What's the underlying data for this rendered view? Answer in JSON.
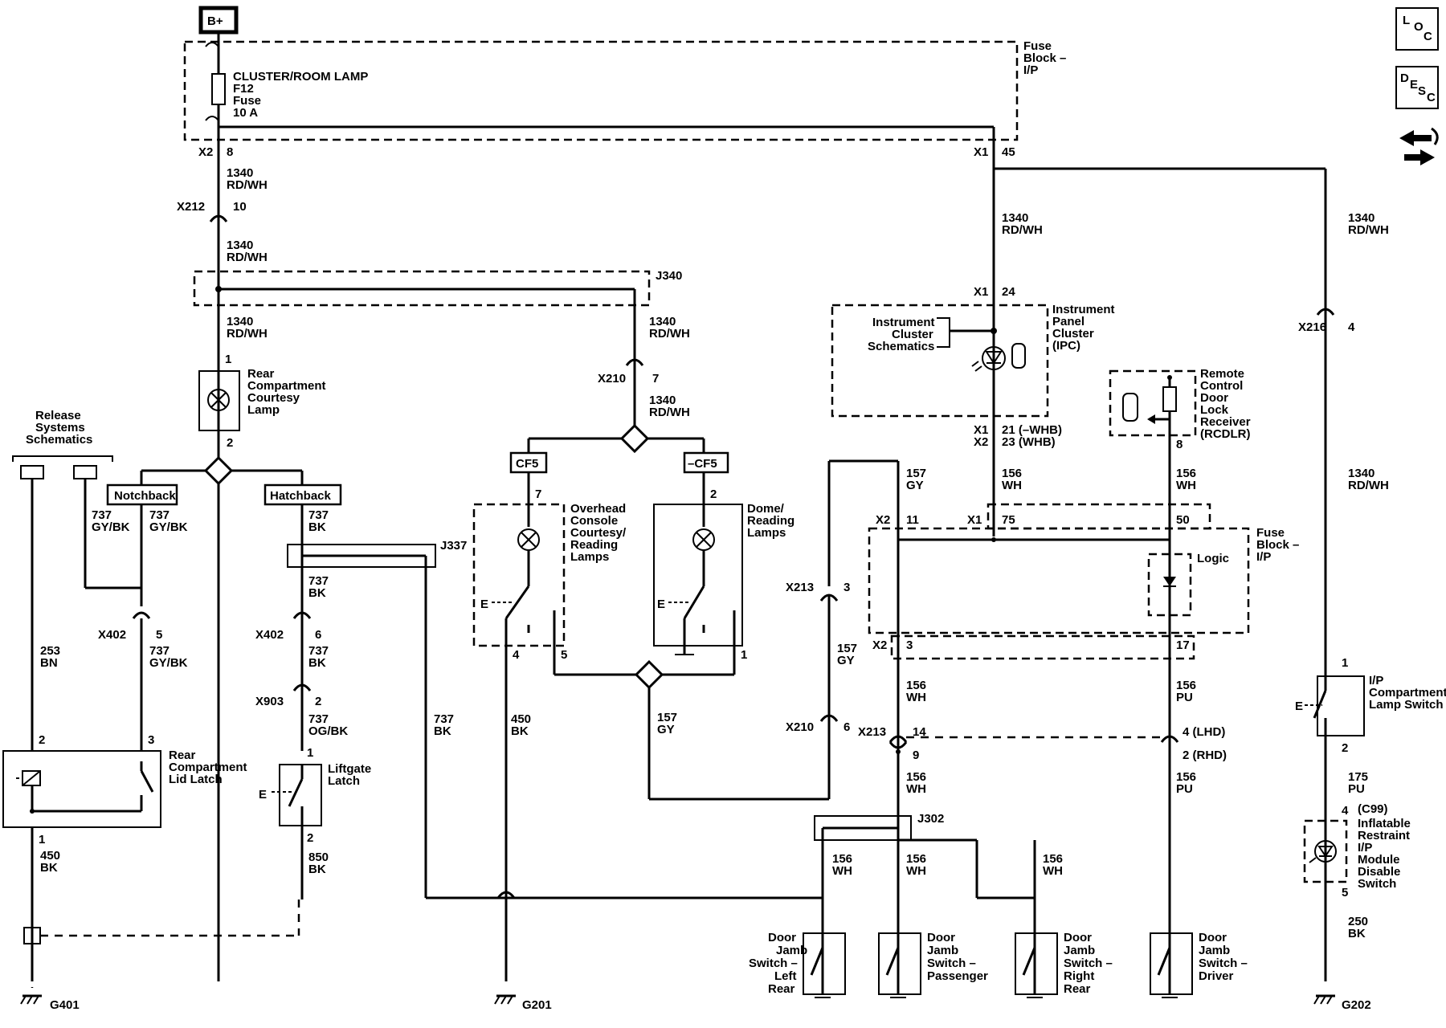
{
  "nav": {
    "loc": [
      "L",
      "O",
      "C"
    ],
    "desc": [
      "D",
      "E",
      "S",
      "C"
    ],
    "nav_icon": "connector-arrows-icon"
  },
  "power": {
    "b_plus": "B+"
  },
  "fuse_block_top": {
    "title": [
      "Fuse",
      "Block –",
      "I/P"
    ],
    "fuse_lines": [
      "CLUSTER/ROOM LAMP",
      "F12",
      "Fuse",
      "10 A"
    ]
  },
  "connectors": {
    "x2": "X2",
    "x2_pin": "8",
    "x1": "X1",
    "x1_pin": "45",
    "x212": "X212",
    "x212_pin": "10",
    "j340": "J340",
    "x210_top": "X210",
    "x210_top_pin": "7",
    "x216": "X216",
    "x216_pin": "4",
    "ipc_x1": "X1",
    "ipc_x1_pin": "24",
    "ipc_x1b": "X1",
    "ipc_x1b_pin": "21 (–WHB)",
    "ipc_x2": "X2",
    "ipc_x2_pin": "23 (WHB)",
    "fb_x2": "X2",
    "fb_x2_pin": "11",
    "fb_x1": "X1",
    "fb_x1_pin": "75",
    "fb_pin50": "50",
    "fb_x2_bot": "X2",
    "fb_x2_bot_pin": "3",
    "fb_pin17": "17",
    "x213_a": "X213",
    "x213_a_pin": "3",
    "x210_b": "X210",
    "x210_b_pin": "6",
    "x213_b": "X213",
    "x213_b_pin_top": "14",
    "x213_b_pin_bot": "9",
    "x213_lhd": "4 (LHD)",
    "x213_rhd": "2 (RHD)",
    "j302": "J302",
    "j337": "J337",
    "x402_a": "X402",
    "x402_a_pin": "5",
    "x402_b": "X402",
    "x402_b_pin": "6",
    "x903": "X903",
    "x903_pin": "2"
  },
  "wires": {
    "w1340_rdwh": [
      "1340",
      "RD/WH"
    ],
    "w737_gybk": [
      "737",
      "GY/BK"
    ],
    "w737_bk": [
      "737",
      "BK"
    ],
    "w737_ogbk": [
      "737",
      "OG/BK"
    ],
    "w253_bn": [
      "253",
      "BN"
    ],
    "w450_bk": [
      "450",
      "BK"
    ],
    "w850_bk": [
      "850",
      "BK"
    ],
    "w157_gy": [
      "157",
      "GY"
    ],
    "w156_wh": [
      "156",
      "WH"
    ],
    "w156_pu": [
      "156",
      "PU"
    ],
    "w175_pu": [
      "175",
      "PU"
    ],
    "w250_bk": [
      "250",
      "BK"
    ]
  },
  "components": {
    "rear_courtesy_lamp": [
      "Rear",
      "Compartment",
      "Courtesy",
      "Lamp"
    ],
    "release_systems": [
      "Release",
      "Systems",
      "Schematics"
    ],
    "notchback": "Notchback",
    "hatchback": "Hatchback",
    "rear_latch": [
      "Rear",
      "Compartment",
      "Lid Latch"
    ],
    "liftgate_latch": [
      "Liftgate",
      "Latch"
    ],
    "overhead_console": [
      "Overhead",
      "Console",
      "Courtesy/",
      "Reading",
      "Lamps"
    ],
    "dome_lamps": [
      "Dome/",
      "Reading",
      "Lamps"
    ],
    "cf5": "CF5",
    "not_cf5": "–CF5",
    "ipc_schematics": [
      "Instrument",
      "Cluster",
      "Schematics"
    ],
    "ipc": [
      "Instrument",
      "Panel",
      "Cluster",
      "(IPC)"
    ],
    "rcdlr": [
      "Remote",
      "Control",
      "Door",
      "Lock",
      "Receiver",
      "(RCDLR)"
    ],
    "fuse_block_mid": [
      "Fuse",
      "Block –",
      "I/P"
    ],
    "logic": "Logic",
    "ip_switch": [
      "I/P",
      "Compartment",
      "Lamp Switch"
    ],
    "c99": "(C99)",
    "inflatable": [
      "Inflatable",
      "Restraint",
      "I/P",
      "Module",
      "Disable",
      "Switch"
    ],
    "door_lr": [
      "Door",
      "Jamb",
      "Switch –",
      "Left",
      "Rear"
    ],
    "door_pass": [
      "Door",
      "Jamb",
      "Switch –",
      "Passenger"
    ],
    "door_rr": [
      "Door",
      "Jamb",
      "Switch –",
      "Right",
      "Rear"
    ],
    "door_driver": [
      "Door",
      "Jamb",
      "Switch –",
      "Driver"
    ]
  },
  "pins": {
    "p1": "1",
    "p2": "2",
    "p3": "3",
    "p4": "4",
    "p5": "5",
    "p7": "7",
    "p8": "8"
  },
  "grounds": {
    "g401": "G401",
    "g201": "G201",
    "g202": "G202"
  }
}
